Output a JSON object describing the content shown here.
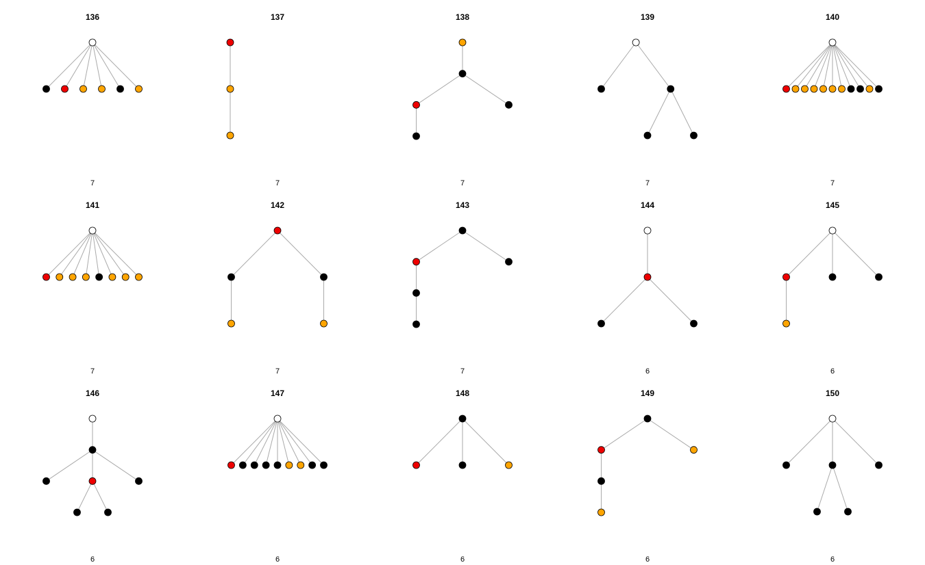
{
  "colors": {
    "white": "#ffffff",
    "red": "#ee0000",
    "orange": "#ffa500",
    "black": "#000000",
    "edge": "#aaaaaa"
  },
  "trees": [
    {
      "title": "136",
      "count": "7",
      "nodes": [
        [
          "w"
        ],
        [
          "k",
          0
        ],
        [
          "r",
          0
        ],
        [
          "o",
          0
        ],
        [
          "o",
          0
        ],
        [
          "k",
          0
        ],
        [
          "o",
          0
        ]
      ]
    },
    {
      "title": "137",
      "count": "7",
      "nodes": [
        [
          "r"
        ],
        [
          "o",
          0
        ],
        [
          "o",
          1
        ]
      ]
    },
    {
      "title": "138",
      "count": "7",
      "nodes": [
        [
          "o"
        ],
        [
          "k",
          0
        ],
        [
          "r",
          1
        ],
        [
          "k",
          1
        ],
        [
          "k",
          2
        ]
      ]
    },
    {
      "title": "139",
      "count": "7",
      "nodes": [
        [
          "w"
        ],
        [
          "k",
          0
        ],
        [
          "k",
          0
        ],
        [
          "k",
          2
        ],
        [
          "k",
          2
        ]
      ]
    },
    {
      "title": "140",
      "count": "7",
      "nodes": [
        [
          "w"
        ],
        [
          "r",
          0
        ],
        [
          "o",
          0
        ],
        [
          "o",
          0
        ],
        [
          "o",
          0
        ],
        [
          "o",
          0
        ],
        [
          "o",
          0
        ],
        [
          "o",
          0
        ],
        [
          "k",
          0
        ],
        [
          "k",
          0
        ],
        [
          "o",
          0
        ],
        [
          "k",
          0
        ]
      ]
    },
    {
      "title": "141",
      "count": "7",
      "nodes": [
        [
          "w"
        ],
        [
          "r",
          0
        ],
        [
          "o",
          0
        ],
        [
          "o",
          0
        ],
        [
          "o",
          0
        ],
        [
          "k",
          0
        ],
        [
          "o",
          0
        ],
        [
          "o",
          0
        ],
        [
          "o",
          0
        ]
      ]
    },
    {
      "title": "142",
      "count": "7",
      "nodes": [
        [
          "r"
        ],
        [
          "k",
          0
        ],
        [
          "k",
          0
        ],
        [
          "o",
          1
        ],
        [
          "o",
          2
        ]
      ]
    },
    {
      "title": "143",
      "count": "7",
      "nodes": [
        [
          "k"
        ],
        [
          "r",
          0
        ],
        [
          "k",
          0
        ],
        [
          "k",
          1
        ],
        [
          "k",
          3
        ]
      ]
    },
    {
      "title": "144",
      "count": "6",
      "nodes": [
        [
          "w"
        ],
        [
          "r",
          0
        ],
        [
          "k",
          1
        ],
        [
          "k",
          1
        ]
      ]
    },
    {
      "title": "145",
      "count": "6",
      "nodes": [
        [
          "w"
        ],
        [
          "r",
          0
        ],
        [
          "k",
          0
        ],
        [
          "k",
          0
        ],
        [
          "o",
          1
        ]
      ]
    },
    {
      "title": "146",
      "count": "6",
      "nodes": [
        [
          "w"
        ],
        [
          "k",
          0
        ],
        [
          "k",
          1
        ],
        [
          "r",
          1
        ],
        [
          "k",
          1
        ],
        [
          "k",
          3
        ],
        [
          "k",
          3
        ]
      ]
    },
    {
      "title": "147",
      "count": "6",
      "nodes": [
        [
          "w"
        ],
        [
          "r",
          0
        ],
        [
          "k",
          0
        ],
        [
          "k",
          0
        ],
        [
          "k",
          0
        ],
        [
          "k",
          0
        ],
        [
          "o",
          0
        ],
        [
          "o",
          0
        ],
        [
          "k",
          0
        ],
        [
          "k",
          0
        ]
      ]
    },
    {
      "title": "148",
      "count": "6",
      "nodes": [
        [
          "k"
        ],
        [
          "r",
          0
        ],
        [
          "k",
          0
        ],
        [
          "o",
          0
        ]
      ]
    },
    {
      "title": "149",
      "count": "6",
      "nodes": [
        [
          "k"
        ],
        [
          "r",
          0
        ],
        [
          "o",
          0
        ],
        [
          "k",
          1
        ],
        [
          "o",
          3
        ]
      ]
    },
    {
      "title": "150",
      "count": "6",
      "nodes": [
        [
          "w"
        ],
        [
          "k",
          0
        ],
        [
          "k",
          0
        ],
        [
          "k",
          0
        ],
        [
          "k",
          2
        ],
        [
          "k",
          2
        ]
      ]
    }
  ]
}
